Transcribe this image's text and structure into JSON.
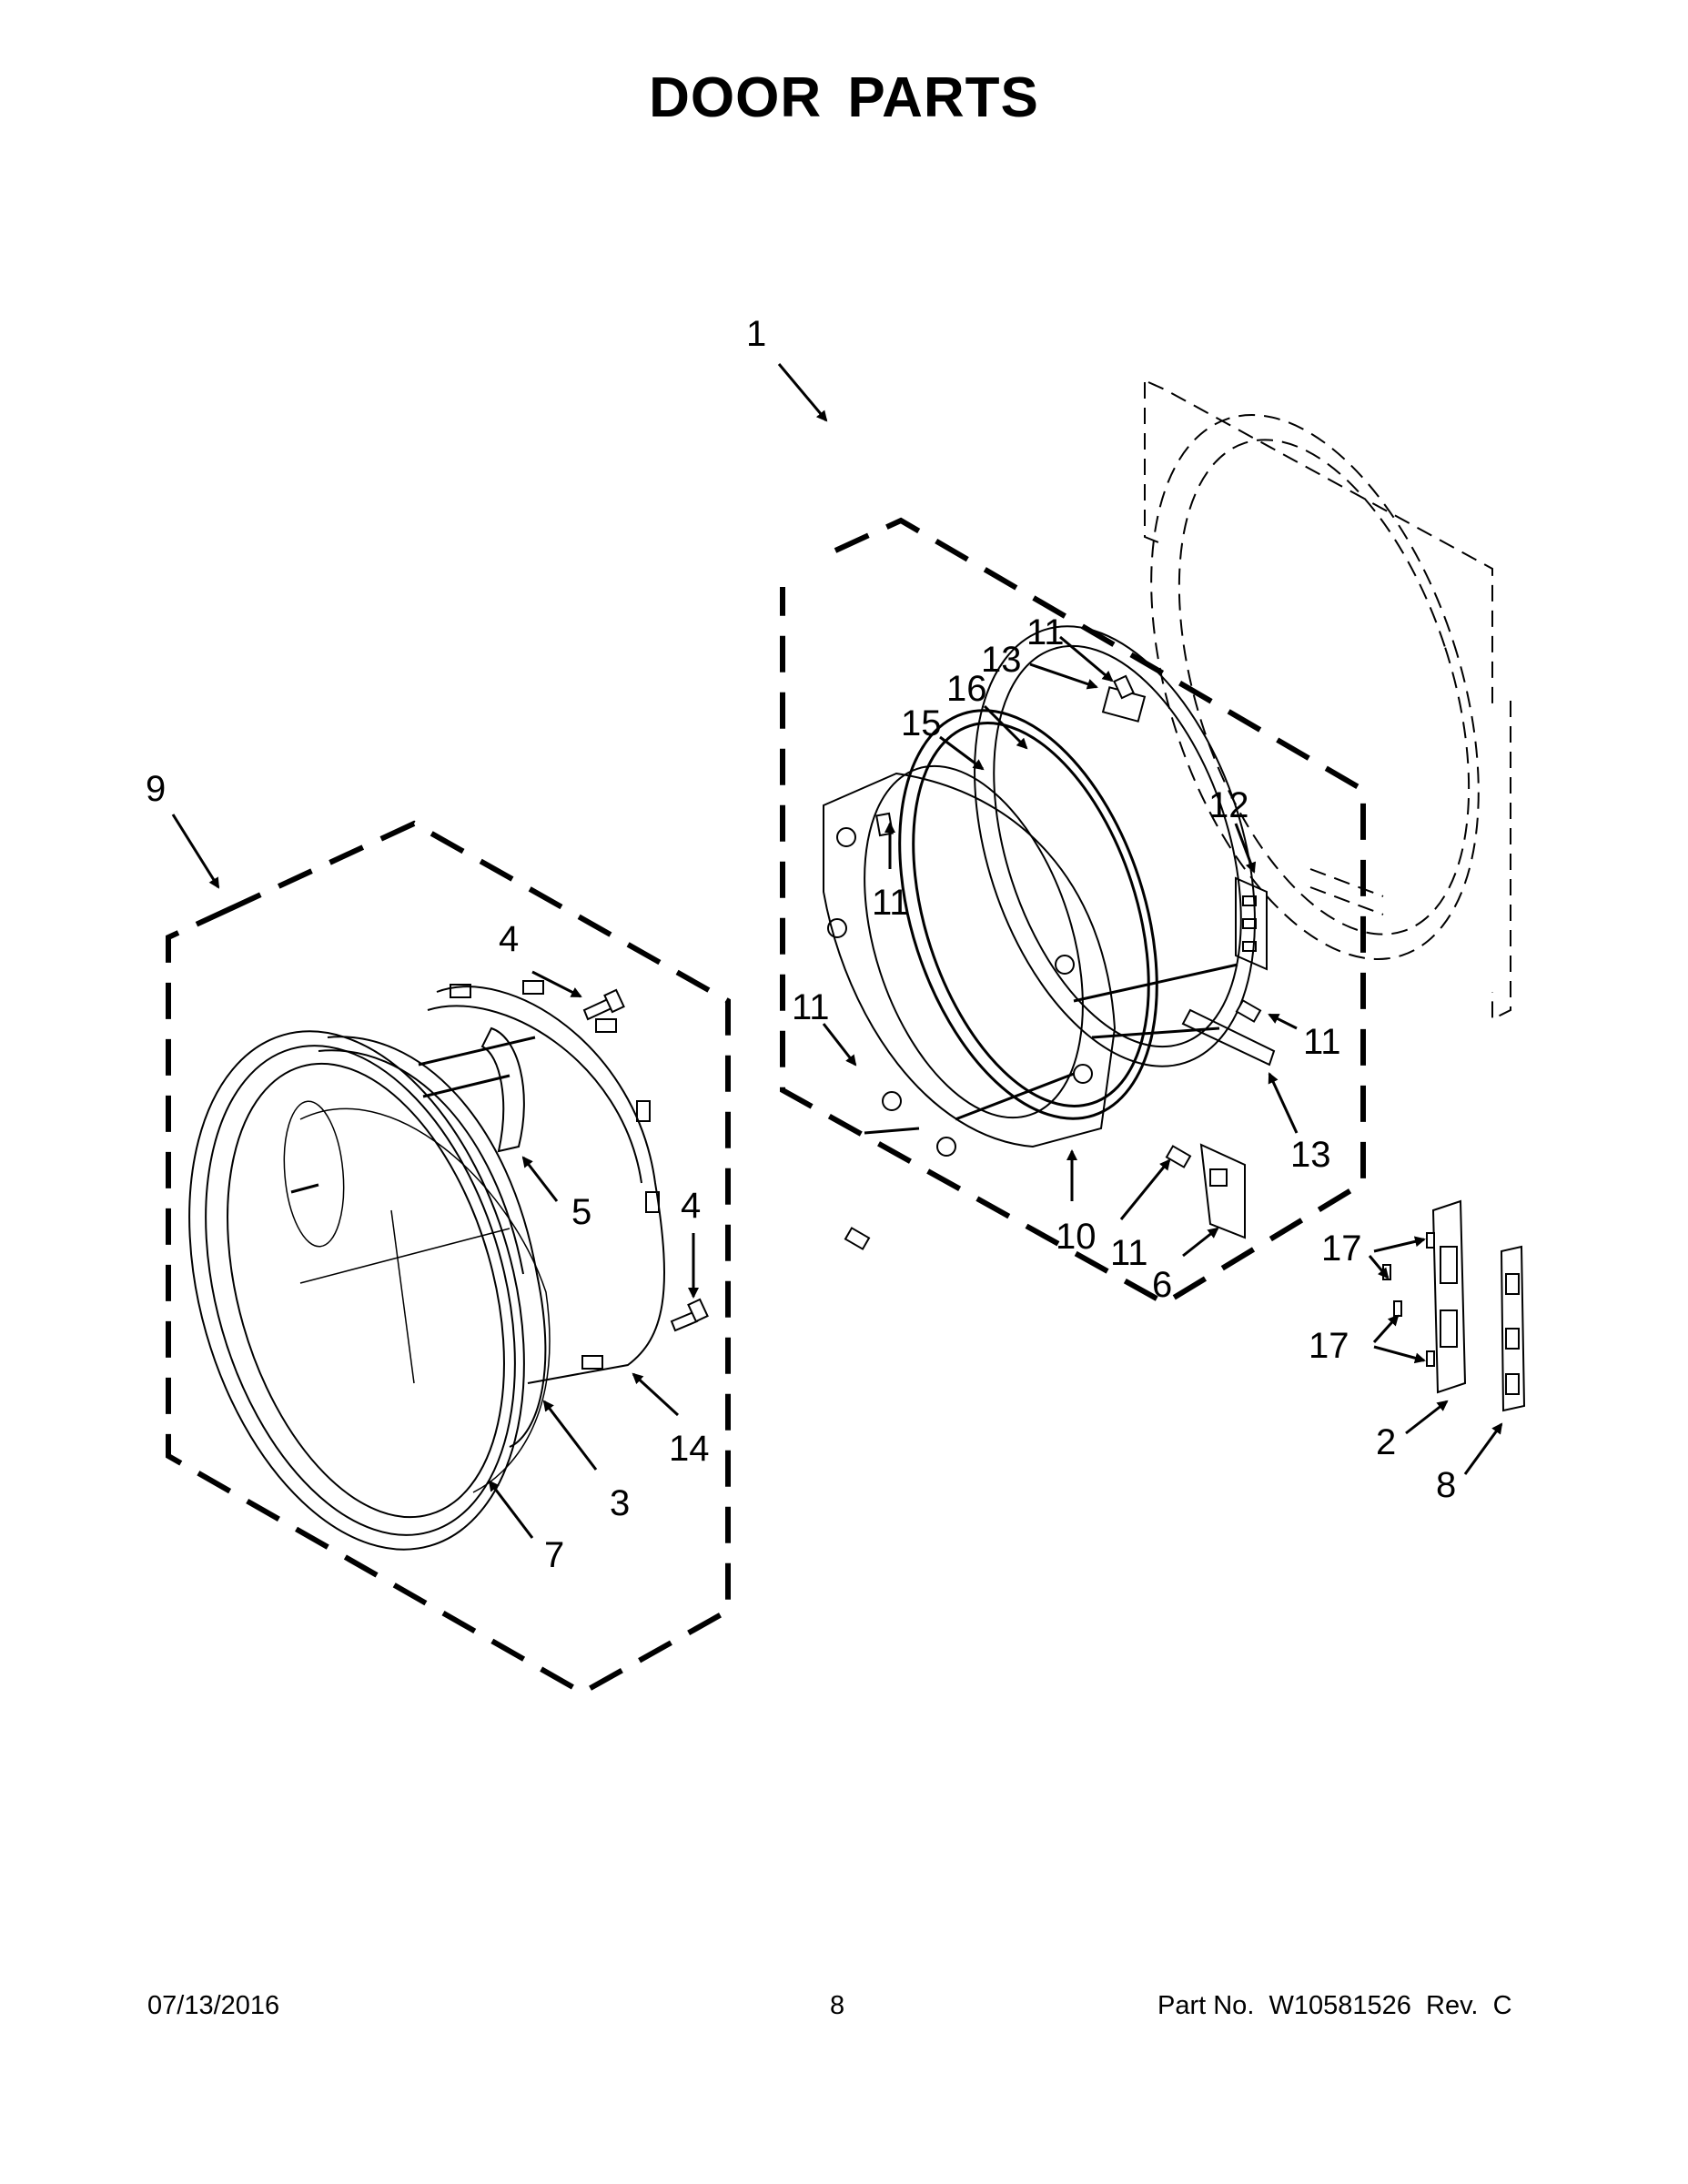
{
  "page": {
    "title": "DOOR PARTS"
  },
  "callouts": {
    "c1": "1",
    "c2": "2",
    "c3": "3",
    "c4a": "4",
    "c4b": "4",
    "c5": "5",
    "c6": "6",
    "c7": "7",
    "c8": "8",
    "c9": "9",
    "c10": "10",
    "c11a": "11",
    "c11b": "11",
    "c11c": "11",
    "c11d": "11",
    "c11e": "11",
    "c12": "12",
    "c13a": "13",
    "c13b": "13",
    "c14": "14",
    "c15": "15",
    "c16": "16",
    "c17a": "17",
    "c17b": "17"
  },
  "footer": {
    "date": "07/13/2016",
    "page_number": "8",
    "part_number": "Part No.  W10581526  Rev.  C"
  }
}
